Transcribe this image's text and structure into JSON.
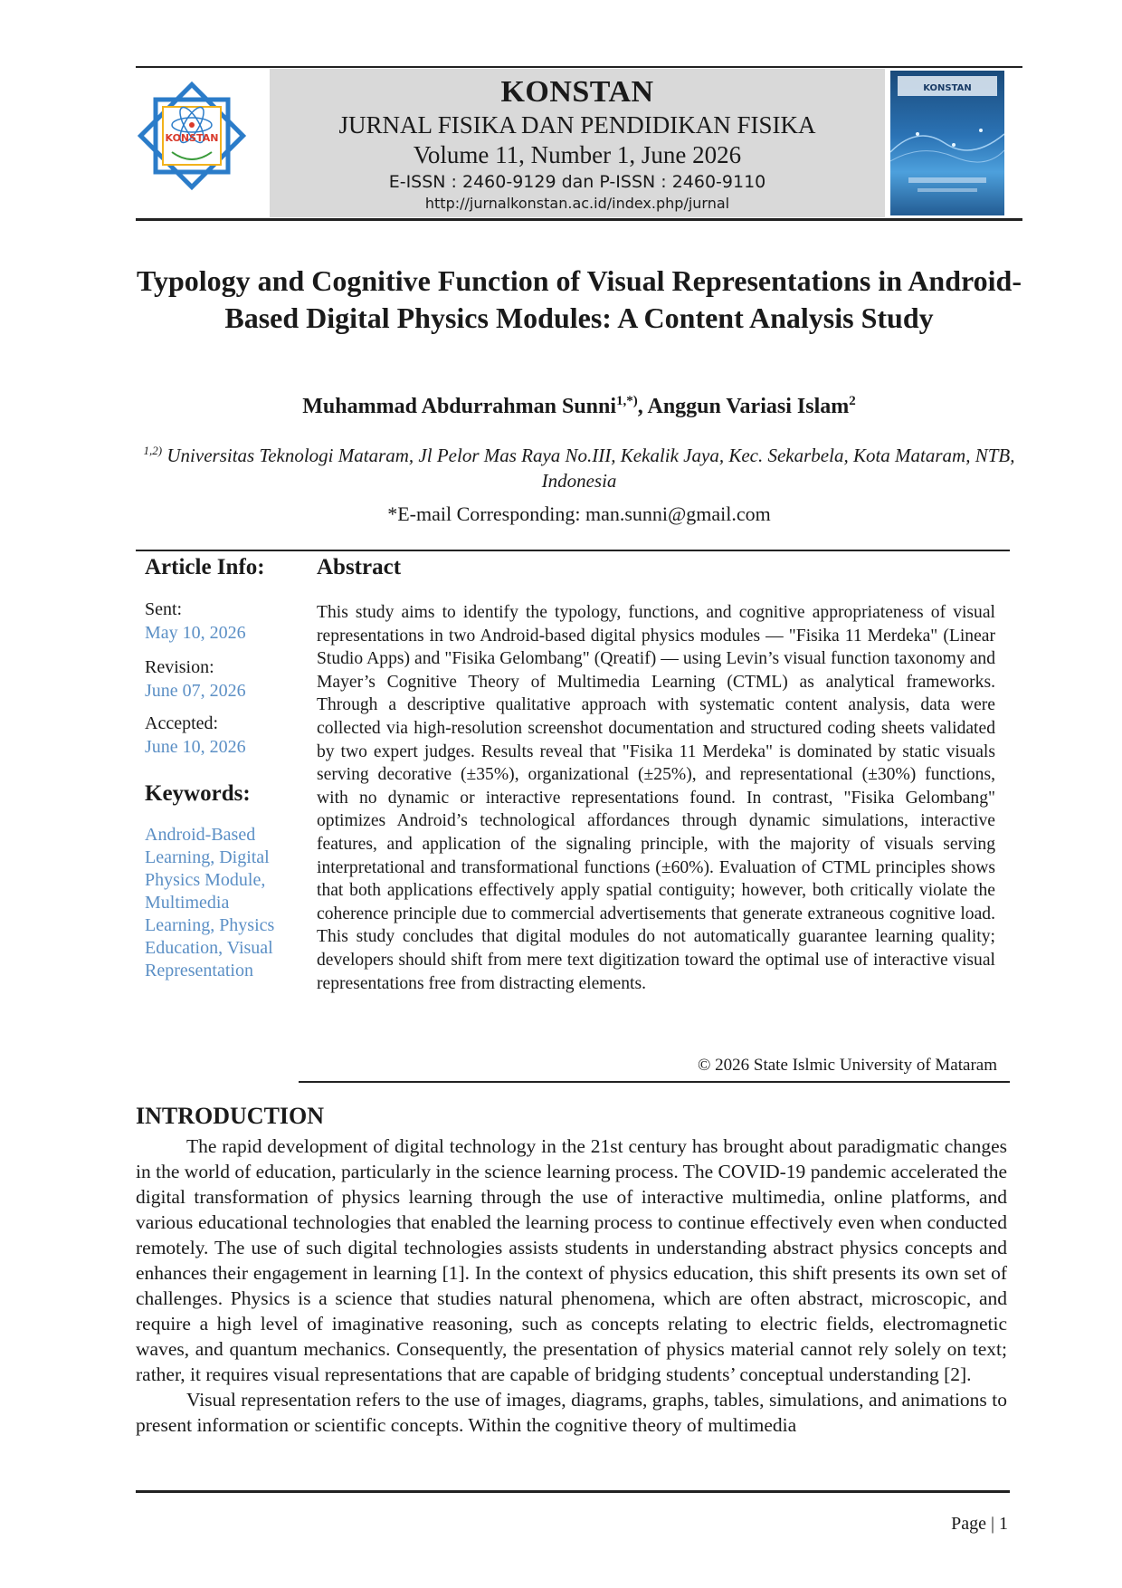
{
  "header": {
    "journal_name": "KONSTAN",
    "journal_subtitle": "JURNAL FISIKA DAN PENDIDIKAN FISIKA",
    "volume": "Volume 11, Number 1, June 2026",
    "issn": "E-ISSN : 2460-9129 dan P-ISSN : 2460-9110",
    "url": "http://jurnalkonstan.ac.id/index.php/jurnal",
    "logo_text": "KONSTAN",
    "cover_title": "KONSTAN"
  },
  "article": {
    "title": "Typology and Cognitive Function of Visual Representations in Android-Based Digital Physics Modules: A Content Analysis Study",
    "author1": "Muhammad Abdurrahman Sunni",
    "author1_sup": "1,*)",
    "author_sep": ", ",
    "author2": "Anggun Variasi Islam",
    "author2_sup": "2",
    "affiliation_sup": "1,2)",
    "affiliation": "Universitas Teknologi Mataram, Jl Pelor Mas Raya No.III, Kekalik Jaya, Kec. Sekarbela, Kota Mataram, NTB, Indonesia",
    "email": "*E-mail Corresponding: man.sunni@gmail.com"
  },
  "info": {
    "heading": "Article Info:",
    "sent_label": "Sent:",
    "sent_date": "May 10, 2026",
    "revision_label": "Revision:",
    "revision_date": "June 07, 2026",
    "accepted_label": "Accepted:",
    "accepted_date": "June 10, 2026",
    "keywords_heading": "Keywords:",
    "keywords": "Android-Based Learning, Digital Physics Module, Multimedia Learning, Physics Education, Visual Representation"
  },
  "abstract": {
    "heading": "Abstract",
    "text": "This study aims to identify the typology, functions, and cognitive appropriateness of visual representations in two Android-based digital physics modules — \"Fisika 11 Merdeka\" (Linear Studio Apps) and \"Fisika Gelombang\" (Qreatif) — using Levin’s visual function taxonomy and Mayer’s Cognitive Theory of Multimedia Learning (CTML) as analytical frameworks. Through a descriptive qualitative approach with systematic content analysis, data were collected via high-resolution screenshot documentation and structured coding sheets validated by two expert judges. Results reveal that \"Fisika 11 Merdeka\" is dominated by static visuals serving decorative (±35%), organizational (±25%), and representational (±30%) functions, with no dynamic or interactive representations found. In contrast, \"Fisika Gelombang\" optimizes Android’s technological affordances through dynamic simulations, interactive features, and application of the signaling principle, with the majority of visuals serving interpretational and transformational functions (±60%). Evaluation of CTML principles shows that both applications effectively apply spatial contiguity; however, both critically violate the coherence principle due to commercial advertisements that generate extraneous cognitive load. This study concludes that digital modules do not automatically guarantee learning quality; developers should shift from mere text digitization toward the optimal use of interactive visual representations free from distracting elements.",
    "copyright": "© 2026 State Islmic University of Mataram"
  },
  "introduction": {
    "heading": "INTRODUCTION",
    "p1": "The rapid development of digital technology in the 21st century has brought about paradigmatic changes in the world of education, particularly in the science learning process. The COVID-19 pandemic accelerated the digital transformation of physics learning through the use of interactive multimedia, online platforms, and various educational technologies that enabled the learning process to continue effectively even when conducted remotely. The use of such digital technologies assists students in understanding abstract physics concepts and enhances their engagement in learning [1]. In the context of physics education, this shift presents its own set of challenges. Physics is a science that studies natural phenomena, which are often abstract, microscopic, and require a high level of imaginative reasoning, such as concepts relating to electric fields, electromagnetic waves, and quantum mechanics. Consequently, the presentation of physics material cannot rely solely on text; rather, it requires visual representations that are capable of bridging students’ conceptual understanding [2].",
    "p2": "Visual representation refers to the use of images, diagrams, graphs, tables, simulations, and animations to present information or scientific concepts. Within the cognitive theory of multimedia"
  },
  "footer": {
    "page_label": "Page | 1"
  },
  "colors": {
    "link_blue": "#5b8fc5",
    "header_band": "#d9d9d9"
  }
}
